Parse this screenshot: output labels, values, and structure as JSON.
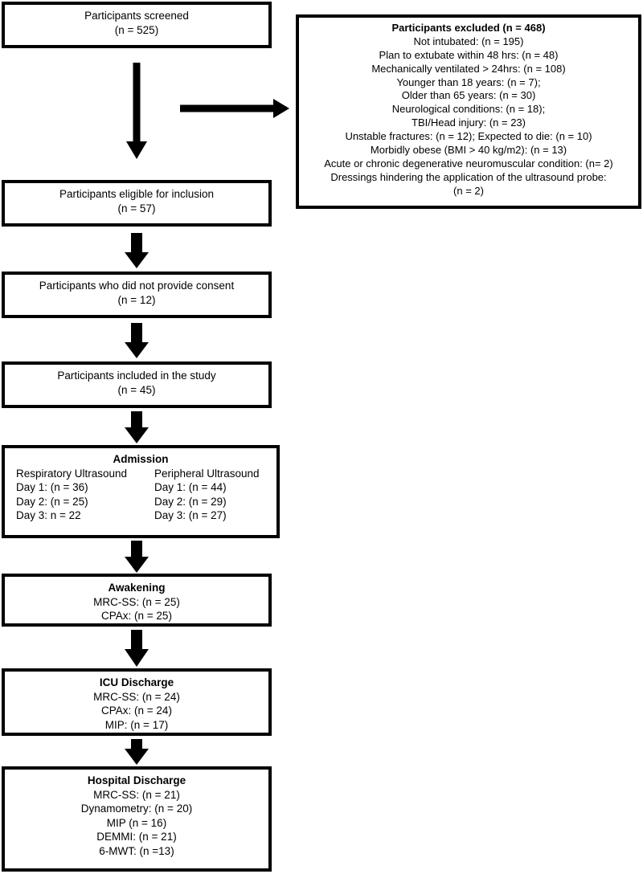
{
  "flow": {
    "screened": {
      "title": "Participants screened",
      "count": "(n = 525)"
    },
    "excluded": {
      "title": "Participants excluded (n = 468)",
      "reasons": [
        "Not intubated: (n = 195)",
        "Plan to extubate within 48 hrs: (n = 48)",
        "Mechanically ventilated > 24hrs: (n = 108)",
        "Younger than 18 years: (n = 7);",
        "Older than 65 years: (n = 30)",
        "Neurological conditions: (n = 18);",
        "TBI/Head injury: (n = 23)",
        "Unstable fractures: (n = 12); Expected to die: (n = 10)",
        "Morbidly obese (BMI > 40 kg/m2): (n = 13)",
        "Acute or chronic degenerative neuromuscular condition: (n= 2)",
        "Dressings hindering the application of the ultrasound probe:",
        "(n = 2)"
      ]
    },
    "eligible": {
      "title": "Participants eligible for inclusion",
      "count": "(n = 57)"
    },
    "no_consent": {
      "title": "Participants who did not provide consent",
      "count": "(n = 12)"
    },
    "included": {
      "title": "Participants included in the study",
      "count": "(n = 45)"
    },
    "admission": {
      "title": "Admission",
      "left_heading": "Respiratory Ultrasound",
      "left_rows": [
        "Day 1: (n = 36)",
        "Day 2: (n = 25)",
        "Day 3: n = 22"
      ],
      "right_heading": "Peripheral Ultrasound",
      "right_rows": [
        "Day 1: (n = 44)",
        "Day 2: (n = 29)",
        "Day 3: (n = 27)"
      ]
    },
    "awakening": {
      "title": "Awakening",
      "rows": [
        "MRC-SS: (n = 25)",
        "CPAx: (n = 25)"
      ]
    },
    "icu_discharge": {
      "title": "ICU Discharge",
      "rows": [
        "MRC-SS: (n = 24)",
        "CPAx: (n = 24)",
        "MIP: (n = 17)"
      ]
    },
    "hospital_discharge": {
      "title": "Hospital Discharge",
      "rows": [
        "MRC-SS: (n = 21)",
        "Dynamometry: (n = 20)",
        "MIP (n = 16)",
        "DEMMI: (n = 21)",
        "6-MWT: (n =13)"
      ]
    }
  },
  "colors": {
    "stroke": "#000000",
    "background": "#ffffff"
  }
}
